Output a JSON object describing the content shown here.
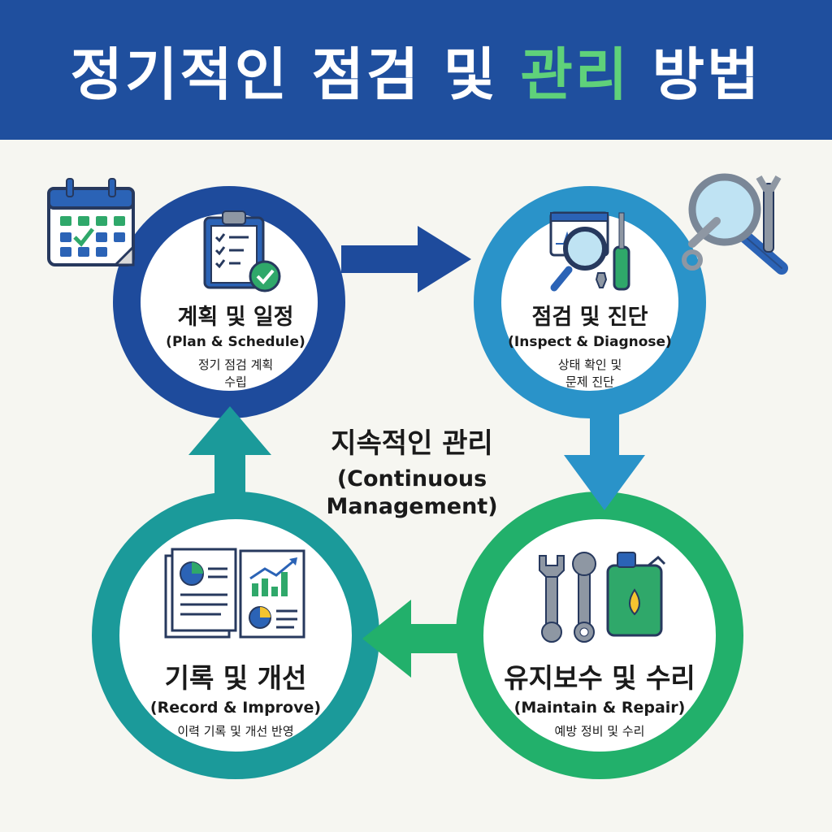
{
  "header": {
    "title_before": "정기적인 점검 및 ",
    "title_highlight": "관리",
    "title_after": " 방법"
  },
  "colors": {
    "banner": "#1f4f9e",
    "highlight": "#5fd17a",
    "plan": "#1e4b9c",
    "inspect": "#2a93c9",
    "maintain": "#22b06b",
    "record": "#1b9a9a"
  },
  "center": {
    "label": "지속적인 관리",
    "label_en_line1": "(Continuous",
    "label_en_line2": "Management)"
  },
  "steps": {
    "plan": {
      "title": "계획 및 일정",
      "subtitle": "(Plan & Schedule)",
      "desc_line1": "정기 점검 계획",
      "desc_line2": "수립",
      "icon": "clipboard-check-icon"
    },
    "inspect": {
      "title": "점검 및 진단",
      "subtitle": "(Inspect & Diagnose)",
      "desc_line1": "상태 확인 및",
      "desc_line2": "문제 진단",
      "icon": "magnifier-screwdriver-icon"
    },
    "maintain": {
      "title": "유지보수 및 수리",
      "subtitle": "(Maintain & Repair)",
      "desc_line1": "예방 정비 및 수리",
      "icon": "wrench-oil-icon"
    },
    "record": {
      "title": "기록 및 개선",
      "subtitle": "(Record & Improve)",
      "desc_line1": "이력 기록 및 개선 반영",
      "icon": "report-chart-icon"
    }
  },
  "decorations": [
    "calendar-icon",
    "magnifier-wrench-icon"
  ]
}
